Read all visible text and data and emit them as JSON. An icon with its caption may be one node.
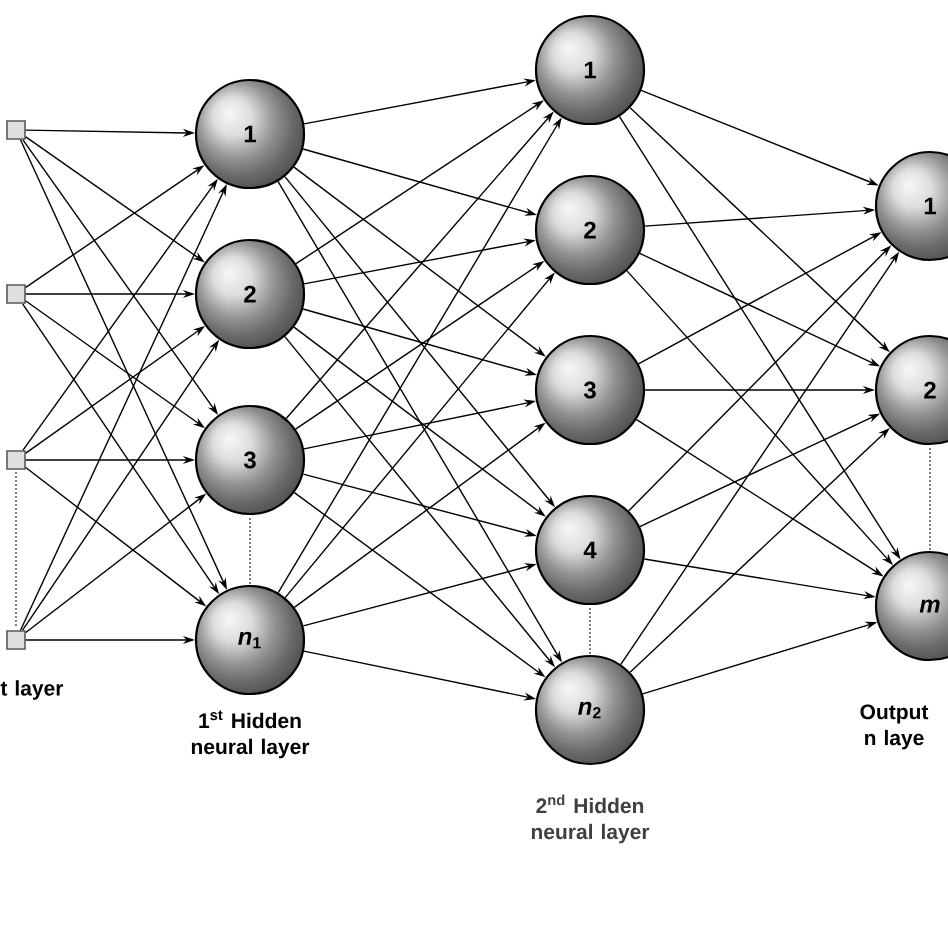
{
  "diagram": {
    "nodes": [
      {
        "text": [],
        "shape": "box"
      },
      {
        "text": [],
        "shape": "box"
      },
      {
        "text": [],
        "shape": "box"
      },
      {
        "text": [],
        "shape": "box"
      },
      {
        "text": [
          "1"
        ]
      },
      {
        "text": [
          "2"
        ]
      },
      {
        "text": [
          "3"
        ]
      },
      {
        "text": [
          "*n*$_{1}$"
        ]
      },
      {
        "text": [
          "1"
        ]
      },
      {
        "text": [
          "2"
        ]
      },
      {
        "text": [
          "3"
        ]
      },
      {
        "text": [
          "4"
        ]
      },
      {
        "text": [
          "*n*$_{2}$"
        ]
      },
      {
        "text": [
          "1"
        ]
      },
      {
        "text": [
          "2"
        ]
      },
      {
        "text": [
          "*m*"
        ]
      }
    ],
    "edges": [
      {
        "from": 0,
        "to": 4,
        "arrow": "to"
      },
      {
        "from": 0,
        "to": 5,
        "arrow": "to"
      },
      {
        "from": 0,
        "to": 6,
        "arrow": "to"
      },
      {
        "from": 0,
        "to": 7,
        "arrow": "to"
      },
      {
        "from": 1,
        "to": 4,
        "arrow": "to"
      },
      {
        "from": 1,
        "to": 5,
        "arrow": "to"
      },
      {
        "from": 1,
        "to": 6,
        "arrow": "to"
      },
      {
        "from": 1,
        "to": 7,
        "arrow": "to"
      },
      {
        "from": 2,
        "to": 4,
        "arrow": "to"
      },
      {
        "from": 2,
        "to": 5,
        "arrow": "to"
      },
      {
        "from": 2,
        "to": 6,
        "arrow": "to"
      },
      {
        "from": 2,
        "to": 7,
        "arrow": "to"
      },
      {
        "from": 3,
        "to": 4,
        "arrow": "to"
      },
      {
        "from": 3,
        "to": 5,
        "arrow": "to"
      },
      {
        "from": 3,
        "to": 6,
        "arrow": "to"
      },
      {
        "from": 3,
        "to": 7,
        "arrow": "to"
      },
      {
        "from": 4,
        "to": 8,
        "arrow": "to"
      },
      {
        "from": 4,
        "to": 9,
        "arrow": "to"
      },
      {
        "from": 4,
        "to": 10,
        "arrow": "to"
      },
      {
        "from": 4,
        "to": 11,
        "arrow": "to"
      },
      {
        "from": 4,
        "to": 12,
        "arrow": "to"
      },
      {
        "from": 5,
        "to": 8,
        "arrow": "to"
      },
      {
        "from": 5,
        "to": 9,
        "arrow": "to"
      },
      {
        "from": 5,
        "to": 10,
        "arrow": "to"
      },
      {
        "from": 5,
        "to": 11,
        "arrow": "to"
      },
      {
        "from": 5,
        "to": 12,
        "arrow": "to"
      },
      {
        "from": 6,
        "to": 8,
        "arrow": "to"
      },
      {
        "from": 6,
        "to": 9,
        "arrow": "to"
      },
      {
        "from": 6,
        "to": 10,
        "arrow": "to"
      },
      {
        "from": 6,
        "to": 11,
        "arrow": "to"
      },
      {
        "from": 6,
        "to": 12,
        "arrow": "to"
      },
      {
        "from": 7,
        "to": 8,
        "arrow": "to"
      },
      {
        "from": 7,
        "to": 9,
        "arrow": "to"
      },
      {
        "from": 7,
        "to": 10,
        "arrow": "to"
      },
      {
        "from": 7,
        "to": 11,
        "arrow": "to"
      },
      {
        "from": 7,
        "to": 12,
        "arrow": "to"
      },
      {
        "from": 8,
        "to": 13,
        "arrow": "to"
      },
      {
        "from": 8,
        "to": 14,
        "arrow": "to"
      },
      {
        "from": 8,
        "to": 15,
        "arrow": "to"
      },
      {
        "from": 9,
        "to": 13,
        "arrow": "to"
      },
      {
        "from": 9,
        "to": 14,
        "arrow": "to"
      },
      {
        "from": 9,
        "to": 15,
        "arrow": "to"
      },
      {
        "from": 10,
        "to": 13,
        "arrow": "to"
      },
      {
        "from": 10,
        "to": 14,
        "arrow": "to"
      },
      {
        "from": 10,
        "to": 15,
        "arrow": "to"
      },
      {
        "from": 11,
        "to": 13,
        "arrow": "to"
      },
      {
        "from": 11,
        "to": 14,
        "arrow": "to"
      },
      {
        "from": 11,
        "to": 15,
        "arrow": "to"
      },
      {
        "from": 12,
        "to": 13,
        "arrow": "to"
      },
      {
        "from": 12,
        "to": 14,
        "arrow": "to"
      },
      {
        "from": 12,
        "to": 15,
        "arrow": "to"
      }
    ],
    "labels": [
      "t layer",
      "1$^{st}$ Hidden neural layer",
      "2$^{nd}$ Hidden neural layer",
      "Output n laye"
    ]
  }
}
